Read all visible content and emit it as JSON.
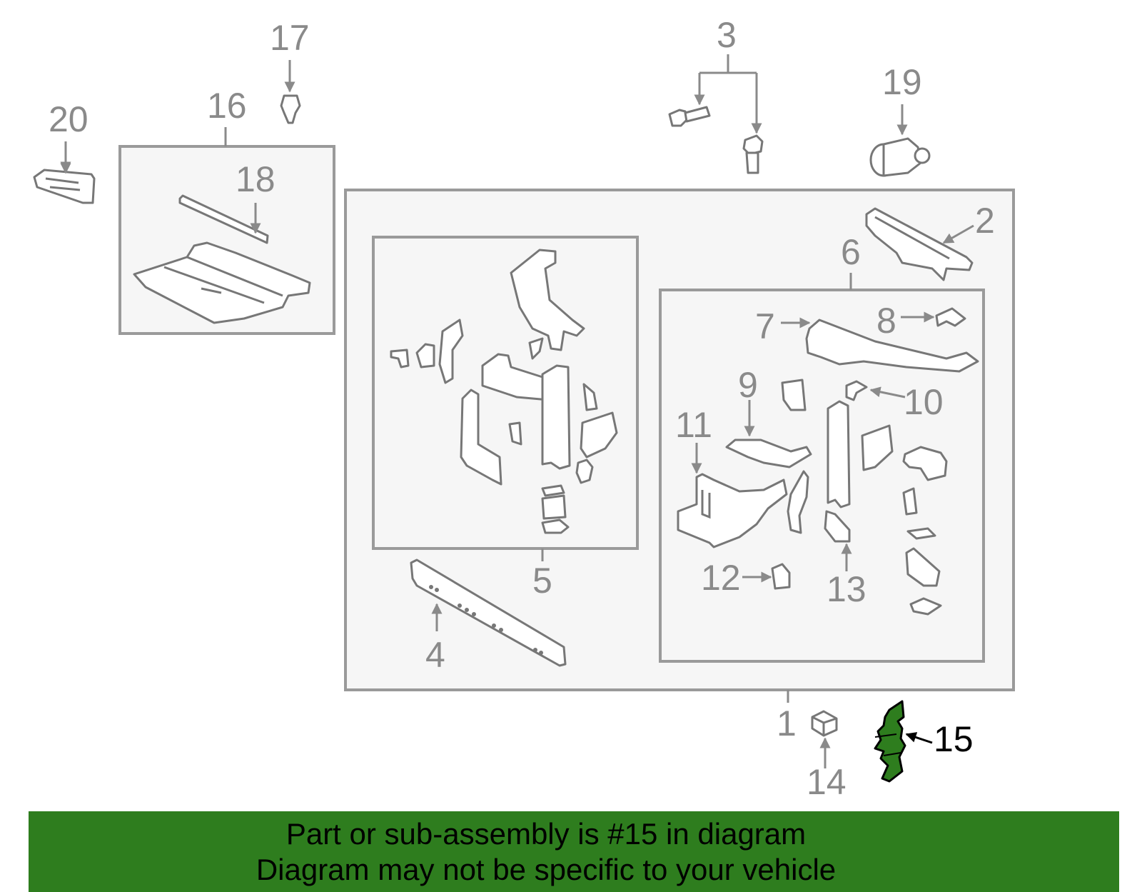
{
  "colors": {
    "highlight_part": "#2e7d1e",
    "footer_banner": "#2e7d1e",
    "callout_text": "#8a8a8a",
    "highlight_text": "#000000"
  },
  "callouts": {
    "c1": "1",
    "c2": "2",
    "c3": "3",
    "c4": "4",
    "c5": "5",
    "c6": "6",
    "c7": "7",
    "c8": "8",
    "c9": "9",
    "c10": "10",
    "c11": "11",
    "c12": "12",
    "c13": "13",
    "c14": "14",
    "c15": "15",
    "c16": "16",
    "c17": "17",
    "c18": "18",
    "c19": "19",
    "c20": "20"
  },
  "highlighted_part": "15",
  "footer": {
    "line1": "Part or sub-assembly is #15 in diagram",
    "line2": "Diagram may not be specific to your vehicle"
  }
}
